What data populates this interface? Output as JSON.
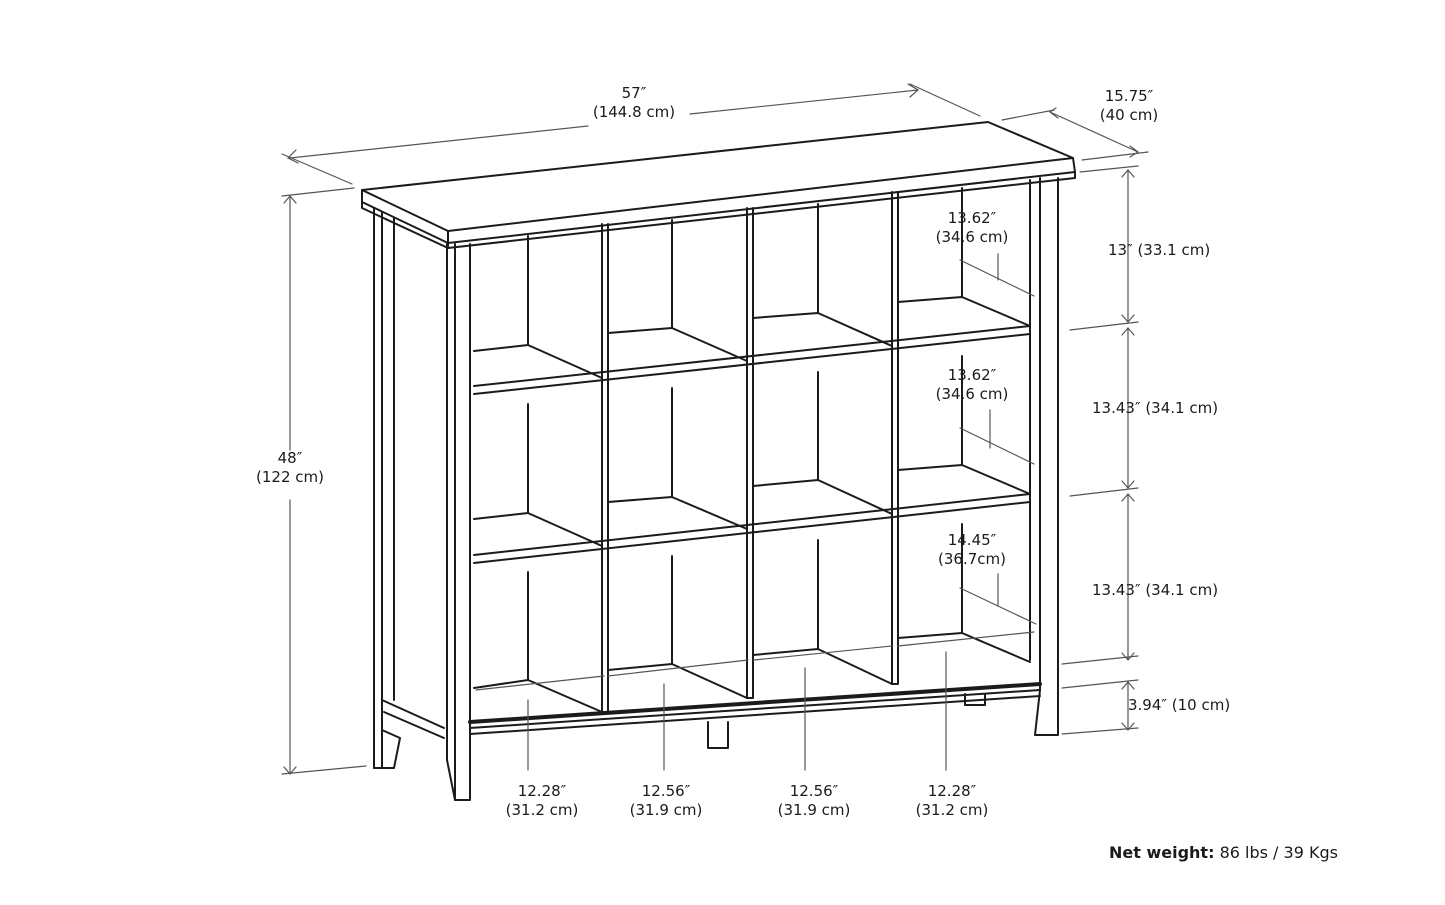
{
  "dimensions": {
    "width": {
      "imperial": "57″",
      "metric": "(144.8 cm)"
    },
    "depth": {
      "imperial": "15.75″",
      "metric": "(40 cm)"
    },
    "height": {
      "imperial": "48″",
      "metric": "(122 cm)"
    },
    "shelf_height_top": "13″ (33.1 cm)",
    "shelf_height_middle": "13.43″ (34.1 cm)",
    "shelf_height_bottom": "13.43″ (34.1 cm)",
    "leg_height": "3.94″ (10 cm)",
    "cubby_depth_top": {
      "imperial": "13.62″",
      "metric": "(34.6 cm)"
    },
    "cubby_depth_middle": {
      "imperial": "13.62″",
      "metric": "(34.6 cm)"
    },
    "cubby_depth_bottom": {
      "imperial": "14.45″",
      "metric": "(36.7cm)"
    },
    "cubby_widths": [
      {
        "imperial": "12.28″",
        "metric": "(31.2 cm)"
      },
      {
        "imperial": "12.56″",
        "metric": "(31.9 cm)"
      },
      {
        "imperial": "12.56″",
        "metric": "(31.9 cm)"
      },
      {
        "imperial": "12.28″",
        "metric": "(31.2 cm)"
      }
    ]
  },
  "net_weight": {
    "label": "Net weight:",
    "value": "86 lbs / 39 Kgs"
  },
  "colors": {
    "line": "#1b1b1b",
    "dim_line": "#555555"
  }
}
